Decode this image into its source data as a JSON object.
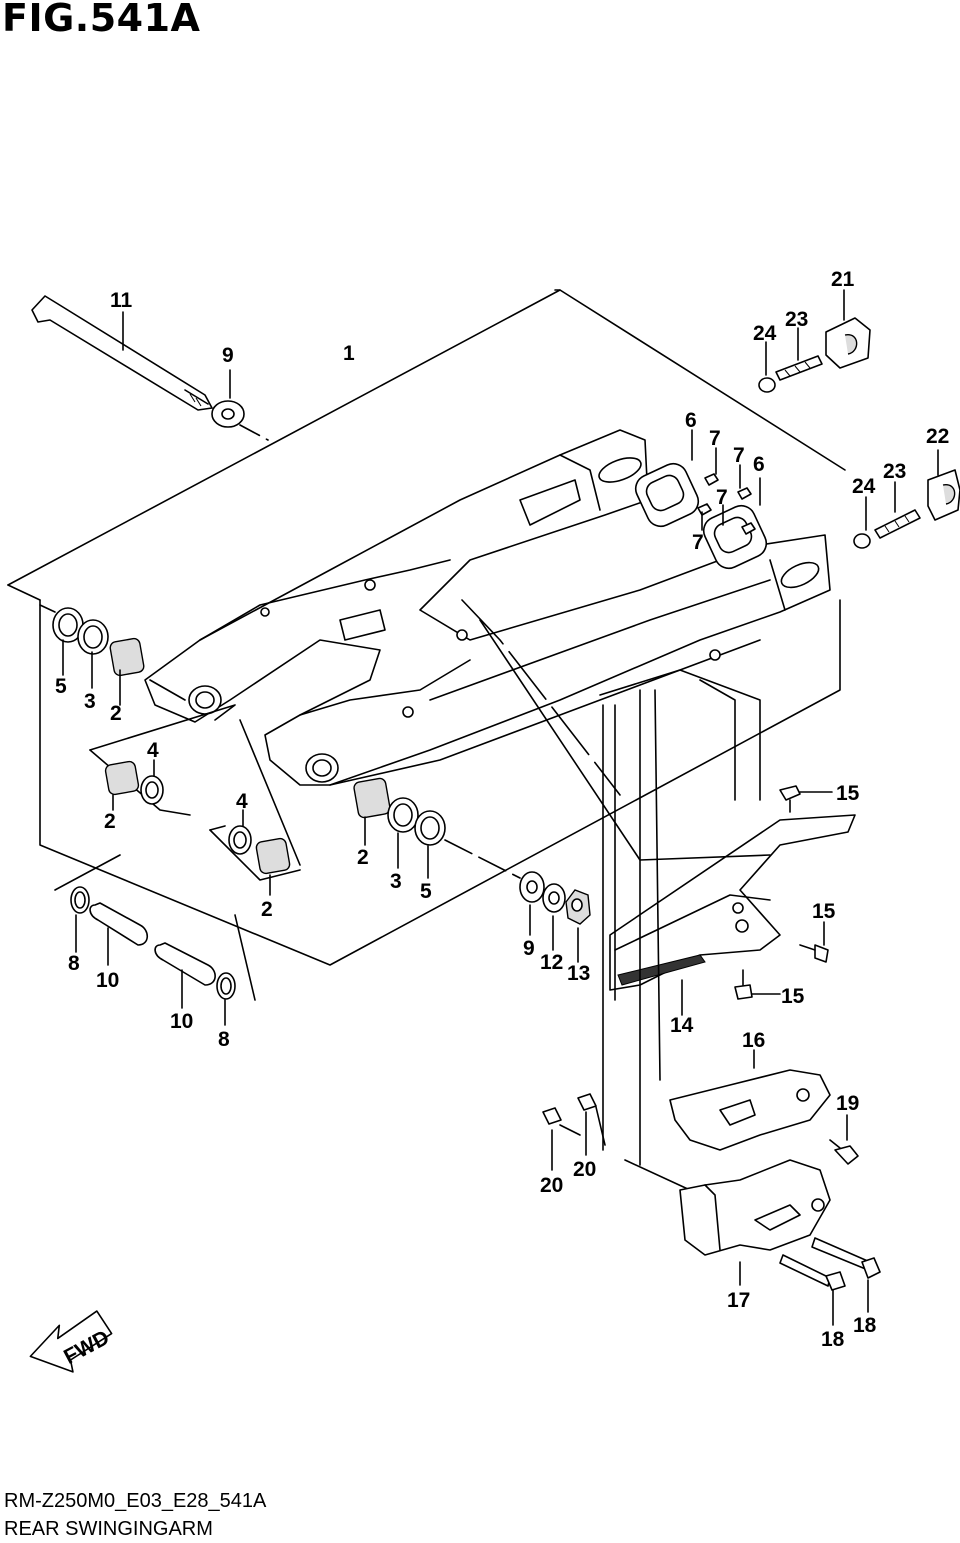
{
  "figure": {
    "title": "FIG.541A",
    "code": "RM-Z250M0_E03_E28_541A",
    "caption": "REAR SWINGINGARM",
    "direction_label": "FWD"
  },
  "callouts": [
    "1",
    "2",
    "2",
    "2",
    "2",
    "3",
    "3",
    "4",
    "4",
    "5",
    "5",
    "6",
    "6",
    "7",
    "7",
    "7",
    "7",
    "8",
    "8",
    "9",
    "9",
    "10",
    "10",
    "11",
    "12",
    "13",
    "14",
    "15",
    "15",
    "15",
    "16",
    "17",
    "18",
    "18",
    "19",
    "20",
    "20",
    "21",
    "22",
    "23",
    "23",
    "24",
    "24"
  ]
}
